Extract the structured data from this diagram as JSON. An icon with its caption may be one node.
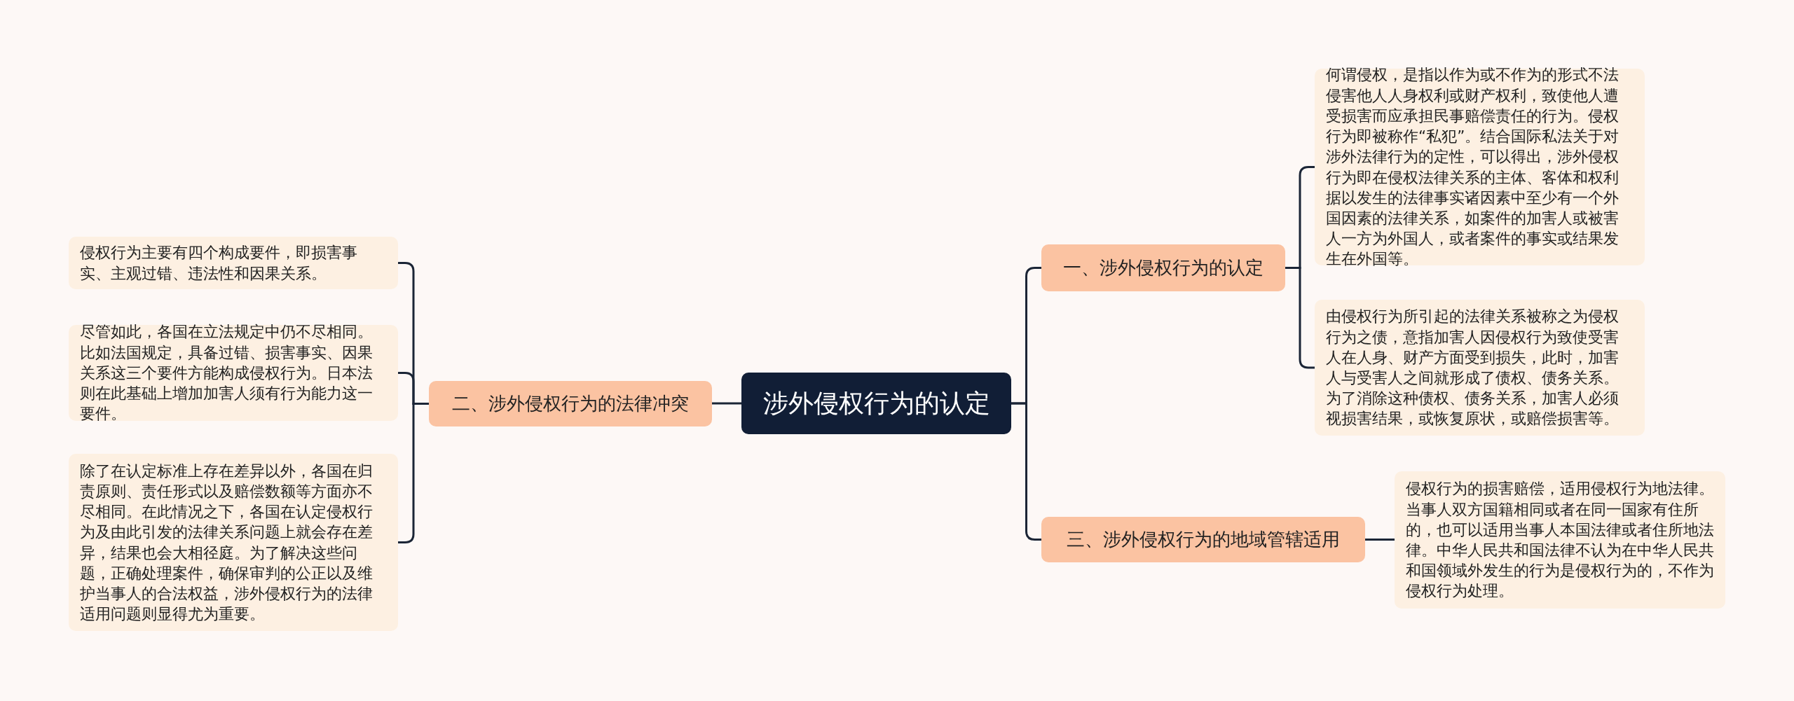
{
  "diagram": {
    "nodes": [
      {
        "text": [
          "涉外侵权行为的认定"
        ]
      },
      {
        "text": [
          "一、涉外侵权行为的认定"
        ]
      },
      {
        "text": [
          "何谓侵权，是指以作为或不作为的形式不法侵害他人人身权利或财产权利，致使他人遭受损害而应承担民事赔偿责任的行为。侵权行为即被称作“私犯”。结合国际私法关于对涉外法律行为的定性，可以得出，涉外侵权行为即在侵权法律关系的主体、客体和权利据以发生的法律事实诸因素中至少有一个外国因素的法律关系，如案件的加害人或被害人一方为外国人，或者案件的事实或结果发生在外国等。"
        ]
      },
      {
        "text": [
          "由侵权行为所引起的法律关系被称之为侵权行为之债，意指加害人因侵权行为致使受害人在人身、财产方面受到损失，此时，加害人与受害人之间就形成了债权、债务关系。为了消除这种债权、债务关系，加害人必须视损害结果，或恢复原状，或赔偿损害等。"
        ]
      },
      {
        "text": [
          "二、涉外侵权行为的法律冲突"
        ]
      },
      {
        "text": [
          "侵权行为主要有四个构成要件，即损害事实、主观过错、违法性和因果关系。"
        ]
      },
      {
        "text": [
          "尽管如此，各国在立法规定中仍不尽相同。比如法国规定，具备过错、损害事实、因果关系这三个要件方能构成侵权行为。日本法则在此基础上增加加害人须有行为能力这一要件。"
        ]
      },
      {
        "text": [
          "除了在认定标准上存在差异以外，各国在归责原则、责任形式以及赔偿数额等方面亦不尽相同。在此情况之下，各国在认定侵权行为及由此引发的法律关系问题上就会存在差异，结果也会大相径庭。为了解决这些问题，正确处理案件，确保审判的公正以及维护当事人的合法权益，涉外侵权行为的法律适用问题则显得尤为重要。"
        ]
      },
      {
        "text": [
          "三、涉外侵权行为的地域管辖适用"
        ]
      },
      {
        "text": [
          "侵权行为的损害赔偿，适用侵权行为地法律。当事人双方国籍相同或者在同一国家有住所的，也可以适用当事人本国法律或者住所地法律。中华人民共和国法律不认为在中华人民共和国领域外发生的行为是侵权行为的，不作为侵权行为处理。"
        ]
      }
    ],
    "edges": [
      {
        "from": 0,
        "to": 1,
        "arrow": "none"
      },
      {
        "from": 1,
        "to": 2,
        "arrow": "none"
      },
      {
        "from": 1,
        "to": 3,
        "arrow": "none"
      },
      {
        "from": 0,
        "to": 4,
        "arrow": "none"
      },
      {
        "from": 4,
        "to": 5,
        "arrow": "none"
      },
      {
        "from": 4,
        "to": 6,
        "arrow": "none"
      },
      {
        "from": 4,
        "to": 7,
        "arrow": "none"
      },
      {
        "from": 0,
        "to": 8,
        "arrow": "none"
      },
      {
        "from": 8,
        "to": 9,
        "arrow": "none"
      }
    ]
  }
}
